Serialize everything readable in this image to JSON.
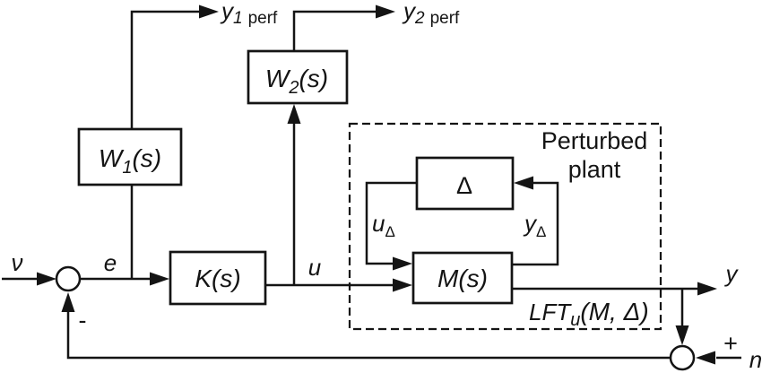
{
  "figure": {
    "background": "#ffffff",
    "ink": "#141414",
    "perturbed_plant": {
      "line1": "Perturbed",
      "line2": "plant"
    },
    "blocks": {
      "w1": {
        "pre": "W",
        "sub": "1",
        "post": "(s)"
      },
      "w2": {
        "pre": "W",
        "sub": "2",
        "post": "(s)"
      },
      "k": {
        "label": "K(s)"
      },
      "m": {
        "label": "M(s)"
      },
      "delta": {
        "label": "Δ"
      }
    },
    "signals": {
      "nu": "ν",
      "e": "e",
      "u": "u",
      "y": "y",
      "n": "n",
      "minus": "-",
      "plus": "+",
      "y1perf": {
        "pre": "y",
        "sub": "1",
        "tail": "perf"
      },
      "y2perf": {
        "pre": "y",
        "sub": "2",
        "tail": "perf"
      },
      "u_delta": {
        "pre": "u",
        "sub": "Δ"
      },
      "y_delta": {
        "pre": "y",
        "sub": "Δ"
      },
      "lft": {
        "pre": "LFT",
        "sub": "u",
        "tail": "(M, Δ)"
      }
    }
  }
}
